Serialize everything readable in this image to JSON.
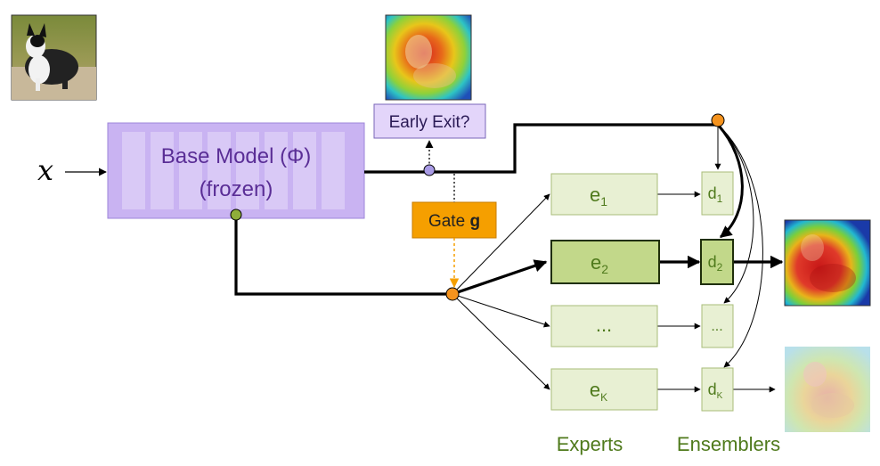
{
  "input_symbol": "x",
  "base_model": {
    "title": "Base Model (Φ)",
    "subtitle": "(frozen)"
  },
  "early_exit_label": "Early Exit?",
  "gate": {
    "prefix": "Gate ",
    "symbol": "g"
  },
  "experts": [
    {
      "base": "e",
      "sub": "1"
    },
    {
      "base": "e",
      "sub": "2"
    },
    {
      "base": "...",
      "sub": ""
    },
    {
      "base": "e",
      "sub": "K"
    }
  ],
  "ensemblers": [
    {
      "base": "d",
      "sub": "1"
    },
    {
      "base": "d",
      "sub": "2"
    },
    {
      "base": "...",
      "sub": ""
    },
    {
      "base": "d",
      "sub": "K"
    }
  ],
  "column_labels": {
    "experts": "Experts",
    "ensemblers": "Ensemblers"
  },
  "images": {
    "input": "dog-photo",
    "early_exit_output": "attention-heatmap-dog",
    "main_output": "attention-heatmap-dog",
    "faded_output": "attention-heatmap-dog-faded"
  },
  "colors": {
    "base_model_fill": "#c9b3f2",
    "base_model_text": "#5a2e96",
    "early_exit_fill": "#e3d5fa",
    "gate_fill": "#f59f00",
    "expert_fill": "#e8f0d3",
    "expert_active_fill": "#c2d88a",
    "expert_text": "#4f7a1c",
    "label_green": "#4f7a1c",
    "node_orange": "#f5931e",
    "node_green": "#8fae3a",
    "node_purple": "#a99be6"
  }
}
